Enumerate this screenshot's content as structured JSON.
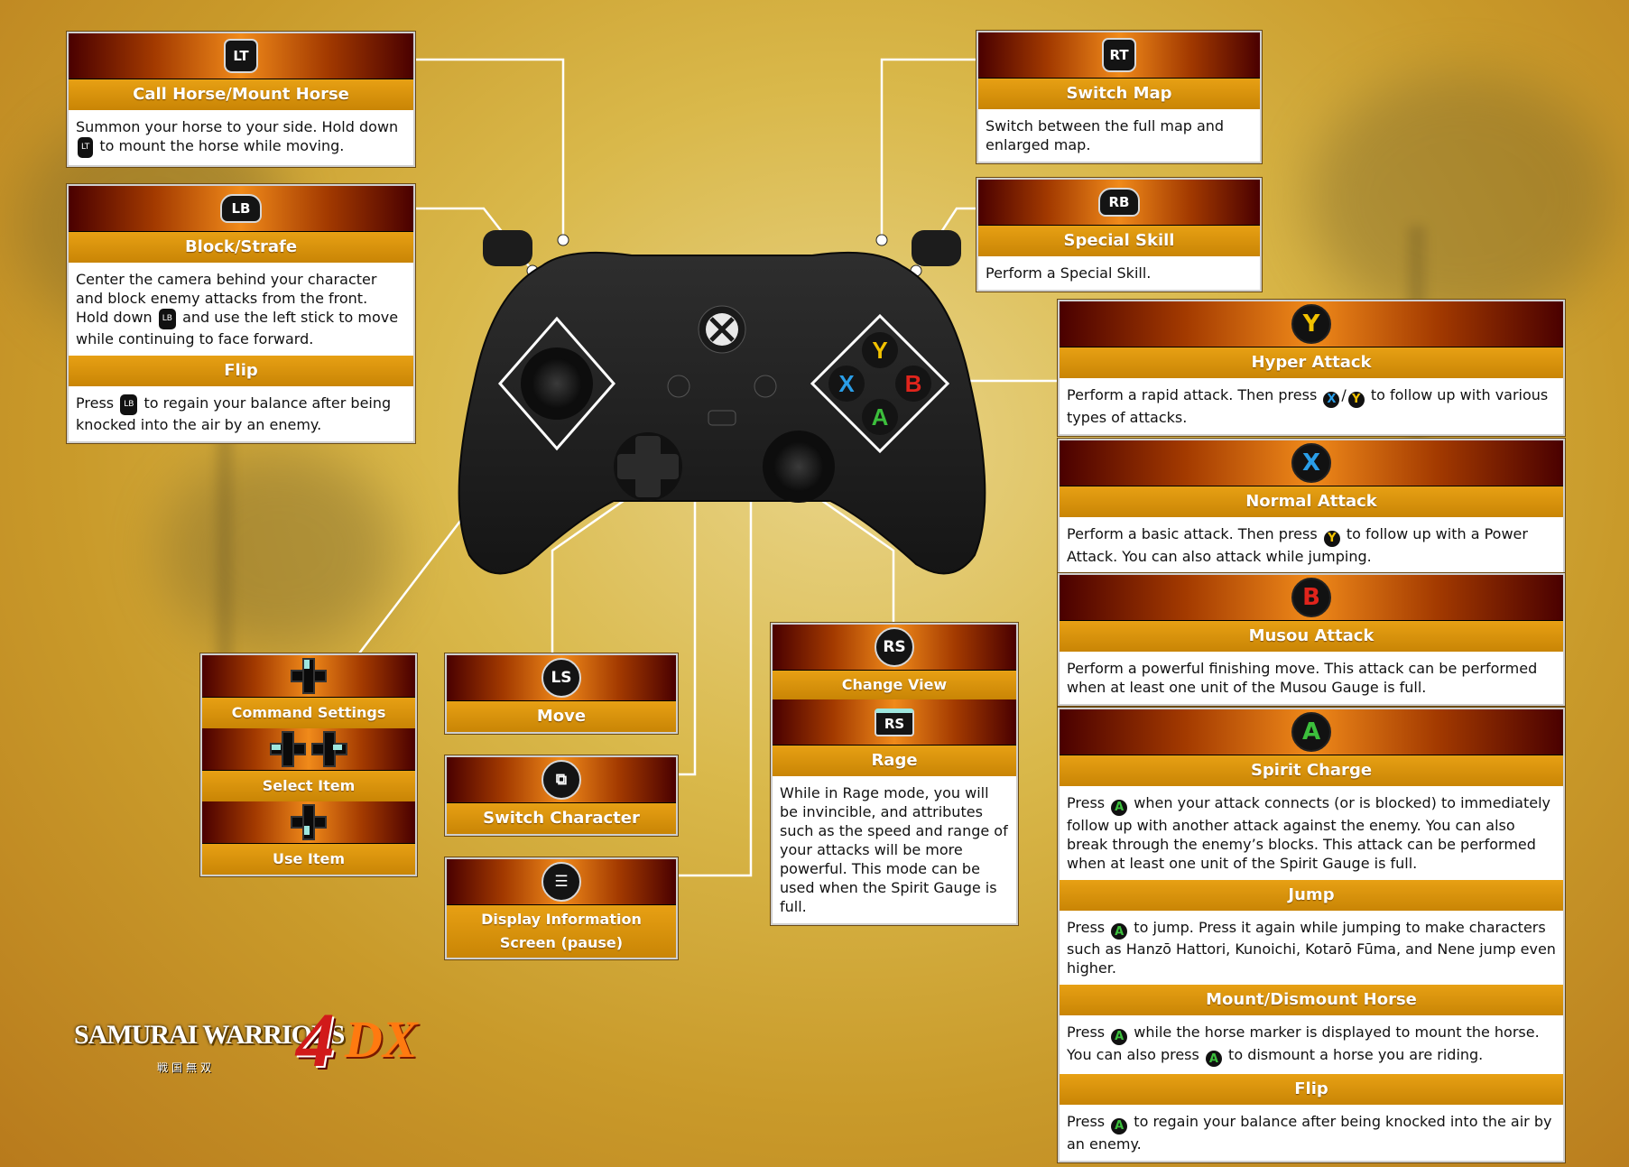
{
  "colors": {
    "header_dark": "#4a0000",
    "header_light": "#f08a1a",
    "bar": "#e7a014",
    "y_button": "#f2c200",
    "x_button": "#2a9ee8",
    "b_button": "#e0241c",
    "a_button": "#3cbf3c"
  },
  "logo": {
    "text": "SAMURAI WARRIORS",
    "number": "4",
    "suffix": "DX",
    "sub": "戦国無双"
  },
  "lt": {
    "badge": "LT",
    "title": "Call Horse/Mount Horse",
    "desc_1": "Summon your horse to your side. Hold down",
    "desc_2": "to mount the horse while moving.",
    "inline": "LT"
  },
  "lb": {
    "badge": "LB",
    "title": "Block/Strafe",
    "desc_1": "Center the camera behind your character and block enemy attacks from the front.",
    "desc_2": "Hold down",
    "desc_3": "and use the left stick to move while continuing to face forward.",
    "inline": "LB",
    "title2": "Flip",
    "desc2_1": "Press",
    "desc2_2": "to regain your balance after being knocked into the air by an enemy."
  },
  "rt": {
    "badge": "RT",
    "title": "Switch Map",
    "desc": "Switch between the full map and enlarged map."
  },
  "rb": {
    "badge": "RB",
    "title": "Special Skill",
    "desc": "Perform a Special Skill."
  },
  "yb": {
    "badge": "Y",
    "title": "Hyper Attack",
    "desc_1": "Perform a rapid attack. Then press",
    "sep": "/",
    "desc_2": "to follow up with various types of attacks."
  },
  "xb": {
    "badge": "X",
    "title": "Normal Attack",
    "desc_1": "Perform a basic attack. Then press",
    "desc_2": "to follow up with a Power Attack. You can also attack while jumping."
  },
  "bb": {
    "badge": "B",
    "title": "Musou Attack",
    "desc": "Perform a powerful finishing move. This attack can be performed when at least one unit of the Musou Gauge is full."
  },
  "ab": {
    "badge": "A",
    "title": "Spirit Charge",
    "desc_1": "Press",
    "desc_2": "when your attack connects (or is blocked) to immediately follow up with another attack against the enemy. You can also break through the enemy’s blocks. This attack can be performed when at least one unit of the Spirit Gauge is full.",
    "title2": "Jump",
    "desc2_1": "Press",
    "desc2_2": "to jump. Press it again while jumping to make characters such as Hanzō Hattori, Kunoichi, Kotarō Fūma, and Nene jump even higher.",
    "title3": "Mount/Dismount Horse",
    "desc3_1": "Press",
    "desc3_2": "while the horse marker is displayed to mount the horse. You can also press",
    "desc3_3": "to dismount a horse you are riding.",
    "title4": "Flip",
    "desc4_1": "Press",
    "desc4_2": "to regain your balance after being knocked into the air by an enemy."
  },
  "dpad": {
    "title1": "Command Settings",
    "title2": "Select Item",
    "title3": "Use Item"
  },
  "ls": {
    "badge": "LS",
    "title": "Move"
  },
  "view": {
    "title": "Switch Character"
  },
  "menu": {
    "title": "Display Information Screen (pause)"
  },
  "rs": {
    "badge": "RS",
    "title": "Change View",
    "badge2": "RS",
    "title2": "Rage",
    "desc": "While in Rage mode, you will be invincible, and attributes such as the speed and range of your attacks will be more powerful. This mode can be used when the Spirit Gauge is full."
  },
  "controller": {
    "y": "Y",
    "x": "X",
    "b": "B",
    "a": "A"
  }
}
